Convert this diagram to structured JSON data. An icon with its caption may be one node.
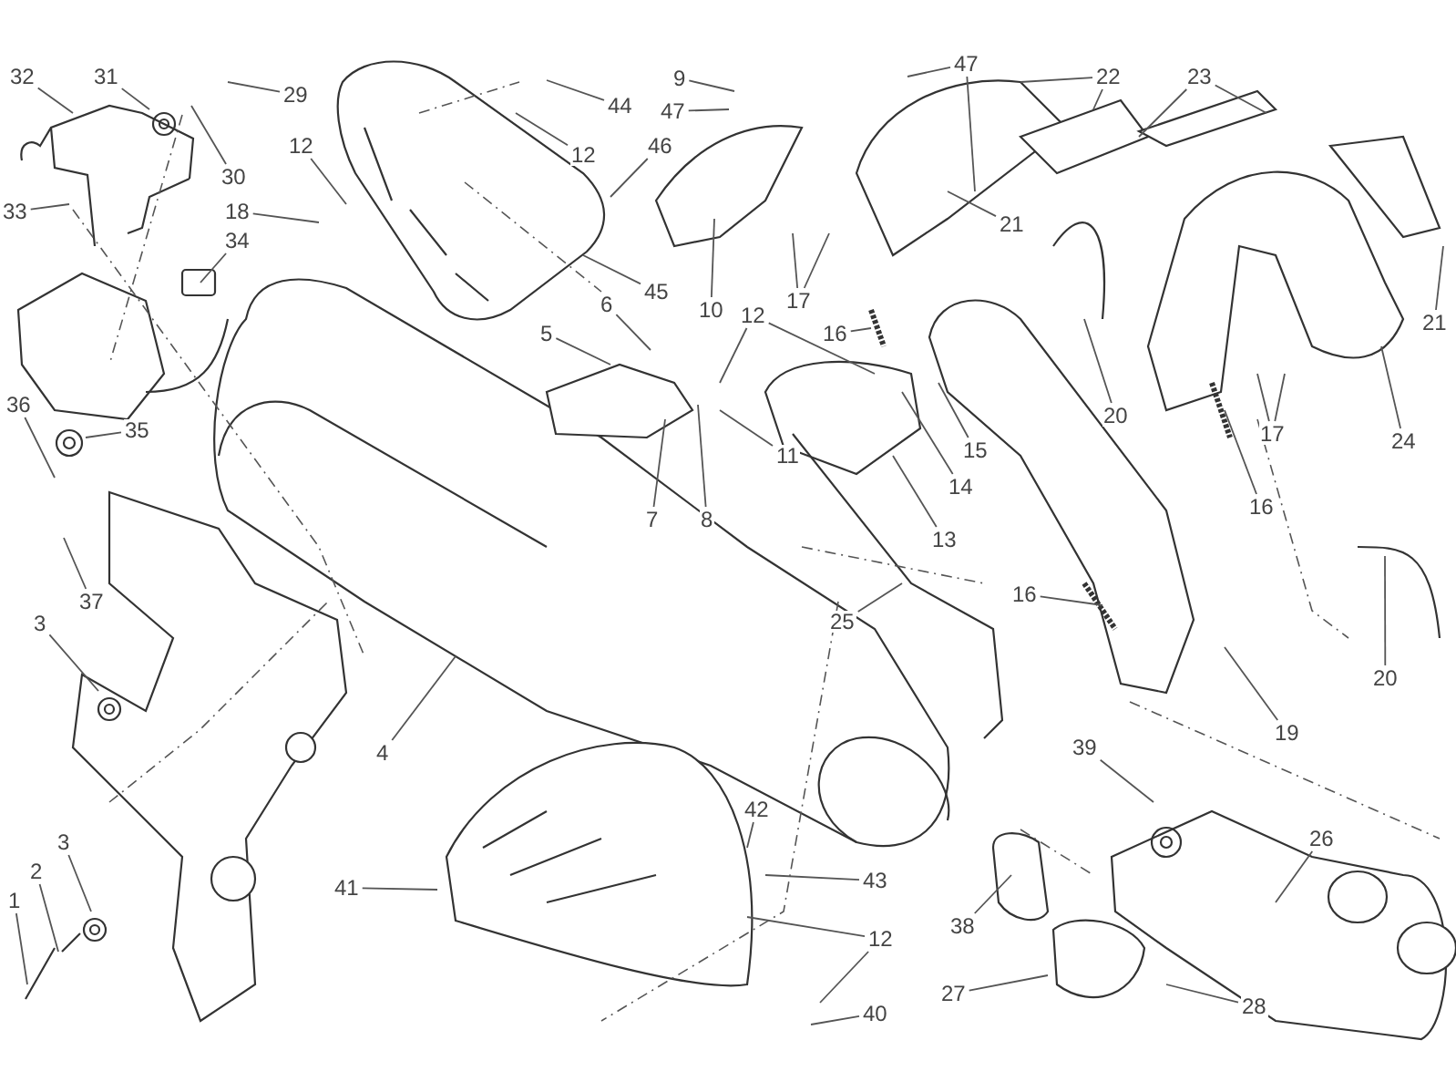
{
  "diagram": {
    "nodes": [
      {
        "text": [
          "32"
        ]
      },
      {
        "text": [
          "31"
        ]
      },
      {
        "text": [
          "29"
        ]
      },
      {
        "text": [
          "30"
        ]
      },
      {
        "text": [
          "33"
        ]
      },
      {
        "text": [
          "12"
        ]
      },
      {
        "text": [
          "18"
        ]
      },
      {
        "text": [
          "34"
        ]
      },
      {
        "text": [
          "44"
        ]
      },
      {
        "text": [
          "12"
        ]
      },
      {
        "text": [
          "46"
        ]
      },
      {
        "text": [
          "45"
        ]
      },
      {
        "text": [
          "9"
        ]
      },
      {
        "text": [
          "47"
        ]
      },
      {
        "text": [
          "10"
        ]
      },
      {
        "text": [
          "17"
        ]
      },
      {
        "text": [
          "47"
        ]
      },
      {
        "text": [
          "22"
        ]
      },
      {
        "text": [
          "21"
        ]
      },
      {
        "text": [
          "23"
        ]
      },
      {
        "text": [
          "21"
        ]
      },
      {
        "text": [
          "24"
        ]
      },
      {
        "text": [
          "16"
        ]
      },
      {
        "text": [
          "12"
        ]
      },
      {
        "text": [
          "11"
        ]
      },
      {
        "text": [
          "15"
        ]
      },
      {
        "text": [
          "14"
        ]
      },
      {
        "text": [
          "13"
        ]
      },
      {
        "text": [
          "20"
        ]
      },
      {
        "text": [
          "17"
        ]
      },
      {
        "text": [
          "16"
        ]
      },
      {
        "text": [
          "5"
        ]
      },
      {
        "text": [
          "6"
        ]
      },
      {
        "text": [
          "7"
        ]
      },
      {
        "text": [
          "8"
        ]
      },
      {
        "text": [
          "36"
        ]
      },
      {
        "text": [
          "35"
        ]
      },
      {
        "text": [
          "37"
        ]
      },
      {
        "text": [
          "3"
        ]
      },
      {
        "text": [
          "4"
        ]
      },
      {
        "text": [
          "25"
        ]
      },
      {
        "text": [
          "16"
        ]
      },
      {
        "text": [
          "19"
        ]
      },
      {
        "text": [
          "20"
        ]
      },
      {
        "text": [
          "3"
        ]
      },
      {
        "text": [
          "2"
        ]
      },
      {
        "text": [
          "1"
        ]
      },
      {
        "text": [
          "41"
        ]
      },
      {
        "text": [
          "42"
        ]
      },
      {
        "text": [
          "43"
        ]
      },
      {
        "text": [
          "12"
        ]
      },
      {
        "text": [
          "40"
        ]
      },
      {
        "text": [
          "39"
        ]
      },
      {
        "text": [
          "38"
        ]
      },
      {
        "text": [
          "26"
        ]
      },
      {
        "text": [
          "27"
        ]
      },
      {
        "text": [
          "28"
        ]
      }
    ],
    "edges": [
      {
        "from": 0,
        "to": null,
        "arrow": "none"
      },
      {
        "from": 1,
        "to": null,
        "arrow": "none"
      },
      {
        "from": 2,
        "to": null,
        "arrow": "none"
      },
      {
        "from": 3,
        "to": null,
        "arrow": "none"
      },
      {
        "from": 4,
        "to": null,
        "arrow": "none"
      },
      {
        "from": 5,
        "to": null,
        "arrow": "none"
      },
      {
        "from": 6,
        "to": null,
        "arrow": "none"
      },
      {
        "from": 7,
        "to": null,
        "arrow": "none"
      },
      {
        "from": 8,
        "to": null,
        "arrow": "none"
      },
      {
        "from": 9,
        "to": null,
        "arrow": "none"
      },
      {
        "from": 10,
        "to": null,
        "arrow": "none"
      },
      {
        "from": 11,
        "to": null,
        "arrow": "none"
      },
      {
        "from": 12,
        "to": null,
        "arrow": "none"
      },
      {
        "from": 13,
        "to": null,
        "arrow": "none"
      },
      {
        "from": 14,
        "to": null,
        "arrow": "none"
      },
      {
        "from": 15,
        "to": null,
        "arrow": "none"
      },
      {
        "from": 15,
        "to": null,
        "arrow": "none"
      },
      {
        "from": 16,
        "to": null,
        "arrow": "none"
      },
      {
        "from": 16,
        "to": null,
        "arrow": "none"
      },
      {
        "from": 17,
        "to": null,
        "arrow": "none"
      },
      {
        "from": 17,
        "to": null,
        "arrow": "none"
      },
      {
        "from": 18,
        "to": null,
        "arrow": "none"
      },
      {
        "from": 19,
        "to": null,
        "arrow": "none"
      },
      {
        "from": 19,
        "to": null,
        "arrow": "none"
      },
      {
        "from": 20,
        "to": null,
        "arrow": "none"
      },
      {
        "from": 21,
        "to": null,
        "arrow": "none"
      },
      {
        "from": 22,
        "to": null,
        "arrow": "none"
      },
      {
        "from": 23,
        "to": null,
        "arrow": "none"
      },
      {
        "from": 23,
        "to": null,
        "arrow": "none"
      },
      {
        "from": 24,
        "to": null,
        "arrow": "none"
      },
      {
        "from": 25,
        "to": null,
        "arrow": "none"
      },
      {
        "from": 26,
        "to": null,
        "arrow": "none"
      },
      {
        "from": 27,
        "to": null,
        "arrow": "none"
      },
      {
        "from": 28,
        "to": null,
        "arrow": "none"
      },
      {
        "from": 29,
        "to": null,
        "arrow": "none"
      },
      {
        "from": 29,
        "to": null,
        "arrow": "none"
      },
      {
        "from": 30,
        "to": null,
        "arrow": "none"
      },
      {
        "from": 31,
        "to": null,
        "arrow": "none"
      },
      {
        "from": 32,
        "to": null,
        "arrow": "none"
      },
      {
        "from": 33,
        "to": null,
        "arrow": "none"
      },
      {
        "from": 34,
        "to": null,
        "arrow": "none"
      },
      {
        "from": 35,
        "to": null,
        "arrow": "none"
      },
      {
        "from": 36,
        "to": null,
        "arrow": "none"
      },
      {
        "from": 37,
        "to": null,
        "arrow": "none"
      },
      {
        "from": 38,
        "to": null,
        "arrow": "none"
      },
      {
        "from": 39,
        "to": null,
        "arrow": "none"
      },
      {
        "from": 40,
        "to": null,
        "arrow": "none"
      },
      {
        "from": 41,
        "to": null,
        "arrow": "none"
      },
      {
        "from": 42,
        "to": null,
        "arrow": "none"
      },
      {
        "from": 43,
        "to": null,
        "arrow": "none"
      },
      {
        "from": 44,
        "to": null,
        "arrow": "none"
      },
      {
        "from": 45,
        "to": null,
        "arrow": "none"
      },
      {
        "from": 46,
        "to": null,
        "arrow": "none"
      },
      {
        "from": 47,
        "to": null,
        "arrow": "none"
      },
      {
        "from": 48,
        "to": null,
        "arrow": "none"
      },
      {
        "from": 49,
        "to": null,
        "arrow": "none"
      },
      {
        "from": 50,
        "to": null,
        "arrow": "none"
      },
      {
        "from": 50,
        "to": null,
        "arrow": "none"
      },
      {
        "from": 51,
        "to": null,
        "arrow": "none"
      },
      {
        "from": 52,
        "to": null,
        "arrow": "none"
      },
      {
        "from": 53,
        "to": null,
        "arrow": "none"
      },
      {
        "from": 54,
        "to": null,
        "arrow": "none"
      },
      {
        "from": 55,
        "to": null,
        "arrow": "none"
      },
      {
        "from": 56,
        "to": null,
        "arrow": "none"
      }
    ]
  }
}
